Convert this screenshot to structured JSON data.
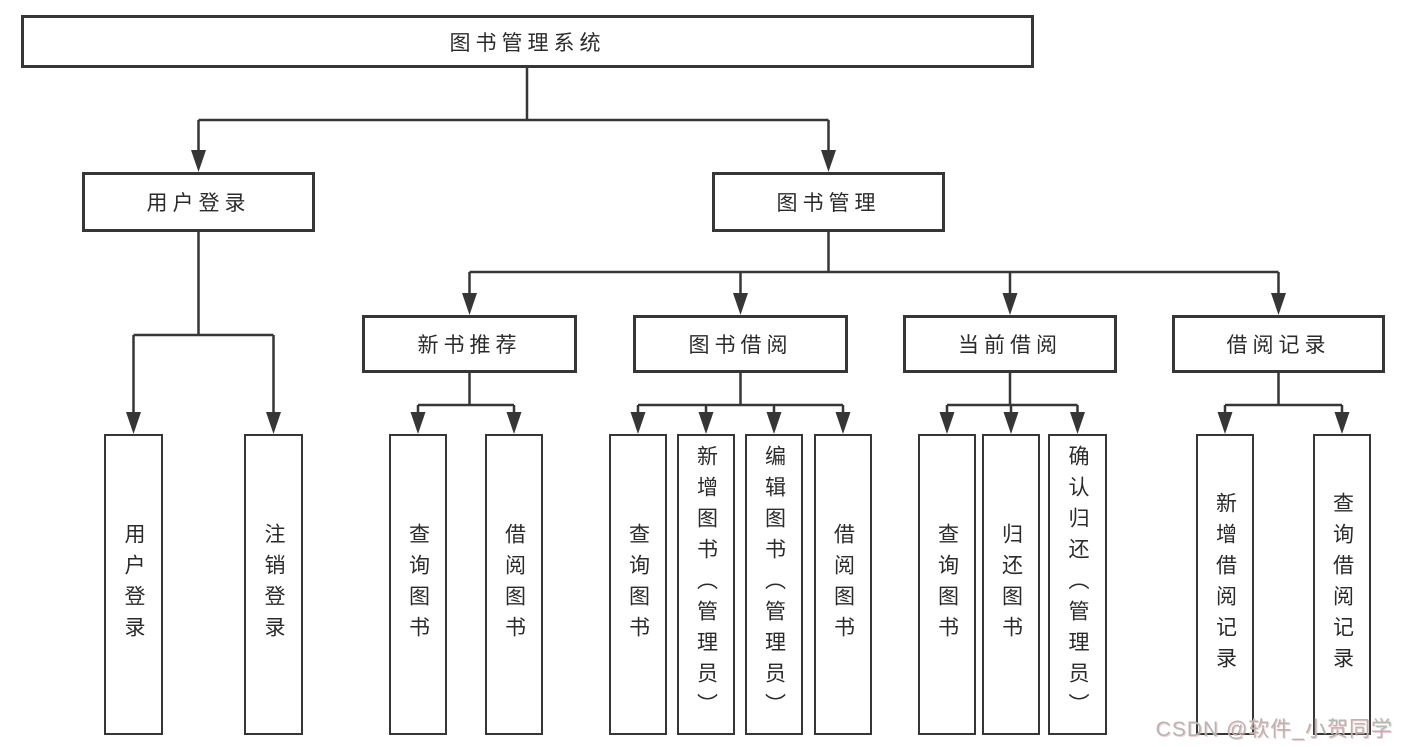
{
  "diagram": {
    "title": "图书管理系统",
    "watermark": "CSDN @软件_小贺同学",
    "colors": {
      "line": "#363636",
      "box_border": "#363636",
      "box_fill": "#ffffff",
      "text": "#2b2b2b",
      "watermark": "#b5b5b5",
      "background": "#ffffff"
    },
    "nodes": {
      "root": {
        "label": "图书管理系统"
      },
      "user_login": {
        "label": "用户登录"
      },
      "book_mgmt": {
        "label": "图书管理"
      },
      "new_book_rec": {
        "label": "新书推荐"
      },
      "book_borrow": {
        "label": "图书借阅"
      },
      "current_borrow": {
        "label": "当前借阅"
      },
      "borrow_records": {
        "label": "借阅记录"
      },
      "ul_login": {
        "label": "用户登录"
      },
      "ul_logout": {
        "label": "注销登录"
      },
      "nbr_query": {
        "label": "查询图书"
      },
      "nbr_borrow": {
        "label": "借阅图书"
      },
      "bb_query": {
        "label": "查询图书"
      },
      "bb_add": {
        "label": "新增图书（管理员）"
      },
      "bb_edit": {
        "label": "编辑图书（管理员）"
      },
      "bb_borrow": {
        "label": "借阅图书"
      },
      "cb_query": {
        "label": "查询图书"
      },
      "cb_return": {
        "label": "归还图书"
      },
      "cb_confirm": {
        "label": "确认归还（管理员）"
      },
      "br_add": {
        "label": "新增借阅记录"
      },
      "br_query": {
        "label": "查询借阅记录"
      }
    },
    "structure": [
      {
        "parent": "root",
        "children": [
          "user_login",
          "book_mgmt"
        ]
      },
      {
        "parent": "user_login",
        "children": [
          "ul_login",
          "ul_logout"
        ]
      },
      {
        "parent": "book_mgmt",
        "children": [
          "new_book_rec",
          "book_borrow",
          "current_borrow",
          "borrow_records"
        ]
      },
      {
        "parent": "new_book_rec",
        "children": [
          "nbr_query",
          "nbr_borrow"
        ]
      },
      {
        "parent": "book_borrow",
        "children": [
          "bb_query",
          "bb_add",
          "bb_edit",
          "bb_borrow"
        ]
      },
      {
        "parent": "current_borrow",
        "children": [
          "cb_query",
          "cb_return",
          "cb_confirm"
        ]
      },
      {
        "parent": "borrow_records",
        "children": [
          "br_add",
          "br_query"
        ]
      }
    ]
  }
}
